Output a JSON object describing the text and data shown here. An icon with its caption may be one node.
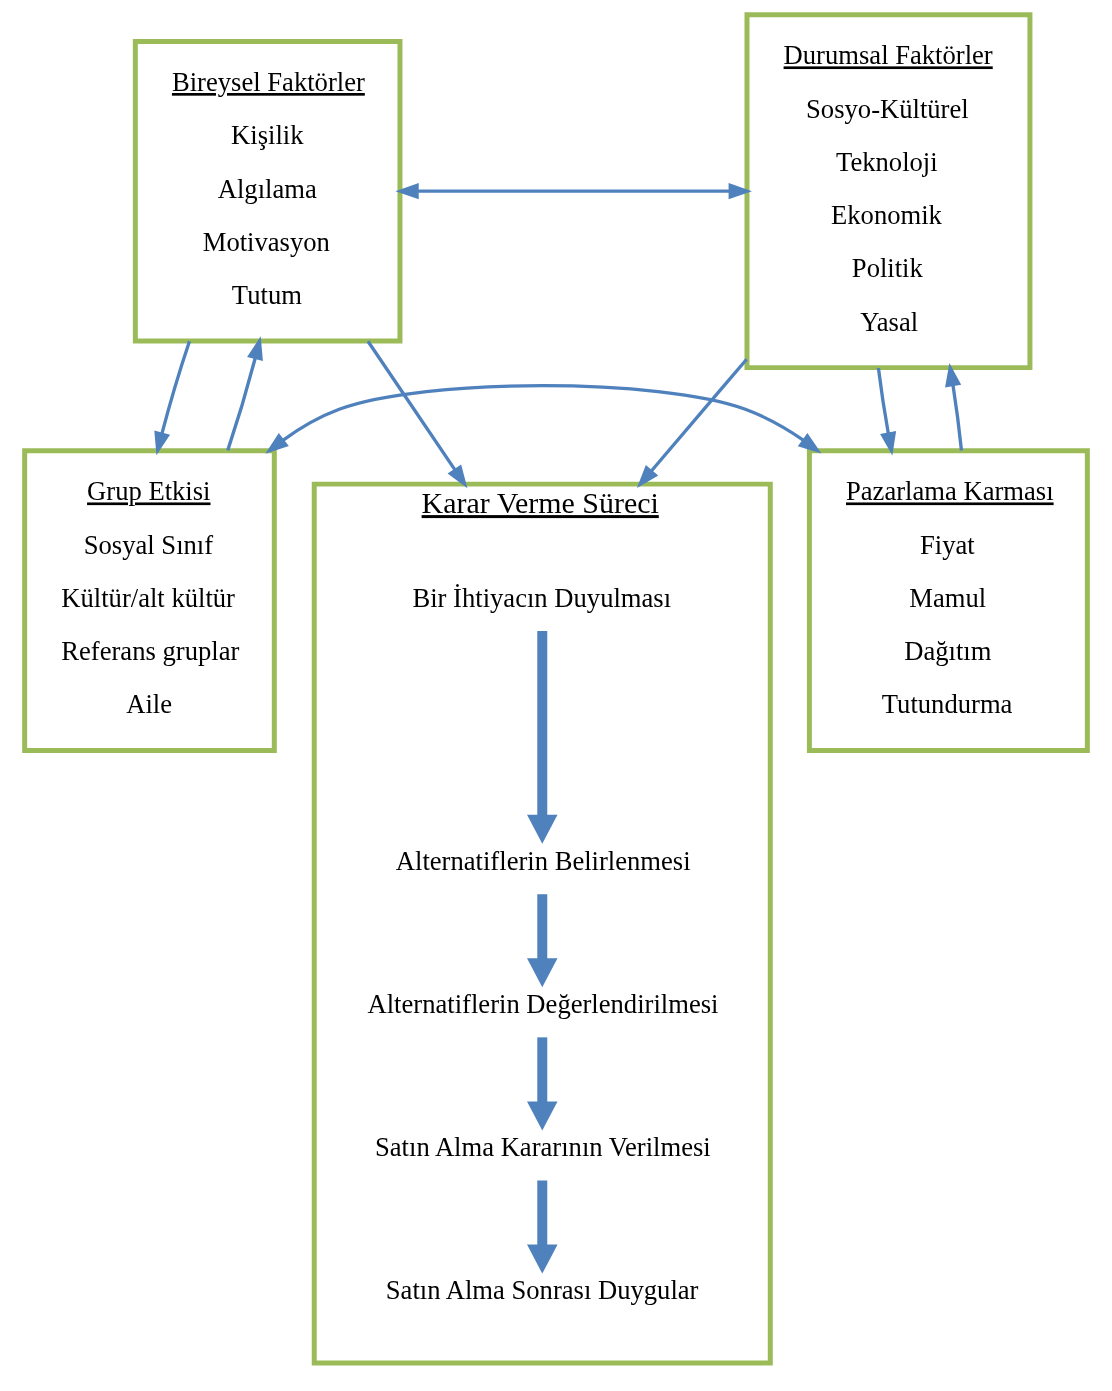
{
  "diagram": {
    "nodes": [
      {
        "text": [
          "Bireysel Faktörler",
          "Kişilik",
          "Algılama",
          "Motivasyon",
          "Tutum"
        ]
      },
      {
        "text": [
          "Durumsal Faktörler",
          "Sosyo-Kültürel",
          "Teknoloji",
          "Ekonomik",
          "Politik",
          "Yasal"
        ]
      },
      {
        "text": [
          "Karar Verme Süreci"
        ]
      },
      {
        "text": [
          "Bir İhtiyacın Duyulması"
        ],
        "in": 2
      },
      {
        "text": [
          "Alternatiflerin Belirlenmesi"
        ],
        "in": 2
      },
      {
        "text": [
          "Alternatiflerin Değerlendirilmesi"
        ],
        "in": 2
      },
      {
        "text": [
          "Satın Alma Kararının Verilmesi"
        ],
        "in": 2
      },
      {
        "text": [
          "Satın Alma Sonrası Duygular"
        ],
        "in": 2
      },
      {
        "text": [
          "Grup Etkisi",
          "Sosyal Sınıf",
          "Kültür/alt kültür",
          "Referans gruplar",
          "Aile"
        ]
      },
      {
        "text": [
          "Pazarlama Karması",
          "Fiyat",
          "Mamul",
          "Dağıtım",
          "Tutundurma"
        ]
      }
    ],
    "edges": [
      {
        "from": 0,
        "to": 1,
        "arrow": "both"
      },
      {
        "from": 0,
        "to": 2,
        "arrow": "to"
      },
      {
        "from": 1,
        "to": 2,
        "arrow": "to"
      },
      {
        "from": 0,
        "to": 8,
        "arrow": "to"
      },
      {
        "from": 8,
        "to": 0,
        "arrow": "to"
      },
      {
        "from": 1,
        "to": 9,
        "arrow": "to"
      },
      {
        "from": 9,
        "to": 1,
        "arrow": "to"
      },
      {
        "from": 3,
        "to": 4,
        "arrow": "to",
        "style": "thick"
      },
      {
        "from": 4,
        "to": 5,
        "arrow": "to",
        "style": "thick"
      },
      {
        "from": 5,
        "to": 6,
        "arrow": "to",
        "style": "thick"
      },
      {
        "from": 6,
        "to": 7,
        "arrow": "to",
        "style": "thick"
      },
      {
        "from": 8,
        "to": 9,
        "arrow": "both"
      }
    ]
  }
}
